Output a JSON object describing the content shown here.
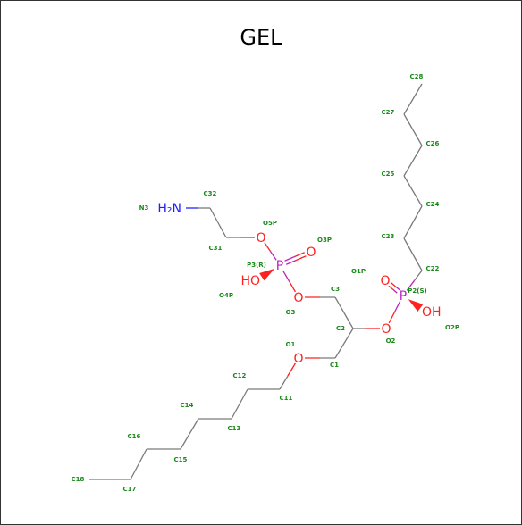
{
  "title": "GEL",
  "colors": {
    "carbon_bond": "#7a7a7a",
    "oxygen": "#ff2020",
    "phosphorus": "#c020c0",
    "nitrogen": "#2020ff",
    "atom_label": "#1a8a1a",
    "border": "#333333"
  },
  "atoms": [
    {
      "id": "N3",
      "symbol": "H₂N",
      "label": "N3",
      "el": "N"
    },
    {
      "id": "C32",
      "symbol": "",
      "label": "C32",
      "el": "C"
    },
    {
      "id": "C31",
      "symbol": "",
      "label": "C31",
      "el": "C"
    },
    {
      "id": "O5P",
      "symbol": "O",
      "label": "O5P",
      "el": "O"
    },
    {
      "id": "P3",
      "symbol": "P",
      "label": "P3(R)",
      "el": "P"
    },
    {
      "id": "O3P",
      "symbol": "O",
      "label": "O3P",
      "el": "O"
    },
    {
      "id": "O4P",
      "symbol": "HO",
      "label": "O4P",
      "el": "O"
    },
    {
      "id": "O3",
      "symbol": "O",
      "label": "O3",
      "el": "O"
    },
    {
      "id": "C3",
      "symbol": "",
      "label": "C3",
      "el": "C"
    },
    {
      "id": "C2",
      "symbol": "",
      "label": "C2",
      "el": "C"
    },
    {
      "id": "O2",
      "symbol": "O",
      "label": "O2",
      "el": "O"
    },
    {
      "id": "P2",
      "symbol": "P",
      "label": "P2(S)",
      "el": "P"
    },
    {
      "id": "O1P",
      "symbol": "O",
      "label": "O1P",
      "el": "O"
    },
    {
      "id": "O2P",
      "symbol": "OH",
      "label": "O2P",
      "el": "O"
    },
    {
      "id": "C22",
      "symbol": "",
      "label": "C22",
      "el": "C"
    },
    {
      "id": "C23",
      "symbol": "",
      "label": "C23",
      "el": "C"
    },
    {
      "id": "C24",
      "symbol": "",
      "label": "C24",
      "el": "C"
    },
    {
      "id": "C25",
      "symbol": "",
      "label": "C25",
      "el": "C"
    },
    {
      "id": "C26",
      "symbol": "",
      "label": "C26",
      "el": "C"
    },
    {
      "id": "C27",
      "symbol": "",
      "label": "C27",
      "el": "C"
    },
    {
      "id": "C28",
      "symbol": "",
      "label": "C28",
      "el": "C"
    },
    {
      "id": "C1",
      "symbol": "",
      "label": "C1",
      "el": "C"
    },
    {
      "id": "O1",
      "symbol": "O",
      "label": "O1",
      "el": "O"
    },
    {
      "id": "C11",
      "symbol": "",
      "label": "C11",
      "el": "C"
    },
    {
      "id": "C12",
      "symbol": "",
      "label": "C12",
      "el": "C"
    },
    {
      "id": "C13",
      "symbol": "",
      "label": "C13",
      "el": "C"
    },
    {
      "id": "C14",
      "symbol": "",
      "label": "C14",
      "el": "C"
    },
    {
      "id": "C15",
      "symbol": "",
      "label": "C15",
      "el": "C"
    },
    {
      "id": "C16",
      "symbol": "",
      "label": "C16",
      "el": "C"
    },
    {
      "id": "C17",
      "symbol": "",
      "label": "C17",
      "el": "C"
    },
    {
      "id": "C18",
      "symbol": "",
      "label": "C18",
      "el": "C"
    }
  ],
  "bonds": [
    {
      "a": "N3",
      "b": "C32",
      "order": 1
    },
    {
      "a": "C32",
      "b": "C31",
      "order": 1
    },
    {
      "a": "C31",
      "b": "O5P",
      "order": 1
    },
    {
      "a": "O5P",
      "b": "P3",
      "order": 1
    },
    {
      "a": "P3",
      "b": "O3P",
      "order": 2
    },
    {
      "a": "P3",
      "b": "O4P",
      "order": 1,
      "wedge": true
    },
    {
      "a": "P3",
      "b": "O3",
      "order": 1
    },
    {
      "a": "O3",
      "b": "C3",
      "order": 1
    },
    {
      "a": "C3",
      "b": "C2",
      "order": 1
    },
    {
      "a": "C2",
      "b": "O2",
      "order": 1
    },
    {
      "a": "O2",
      "b": "P2",
      "order": 1
    },
    {
      "a": "P2",
      "b": "O1P",
      "order": 2
    },
    {
      "a": "P2",
      "b": "O2P",
      "order": 1,
      "wedge": true
    },
    {
      "a": "P2",
      "b": "C22",
      "order": 1
    },
    {
      "a": "C22",
      "b": "C23",
      "order": 1
    },
    {
      "a": "C23",
      "b": "C24",
      "order": 1
    },
    {
      "a": "C24",
      "b": "C25",
      "order": 1
    },
    {
      "a": "C25",
      "b": "C26",
      "order": 1
    },
    {
      "a": "C26",
      "b": "C27",
      "order": 1
    },
    {
      "a": "C27",
      "b": "C28",
      "order": 1
    },
    {
      "a": "C2",
      "b": "C1",
      "order": 1
    },
    {
      "a": "C1",
      "b": "O1",
      "order": 1
    },
    {
      "a": "O1",
      "b": "C11",
      "order": 1
    },
    {
      "a": "C11",
      "b": "C12",
      "order": 1
    },
    {
      "a": "C12",
      "b": "C13",
      "order": 1
    },
    {
      "a": "C13",
      "b": "C14",
      "order": 1
    },
    {
      "a": "C14",
      "b": "C15",
      "order": 1
    },
    {
      "a": "C15",
      "b": "C16",
      "order": 1
    },
    {
      "a": "C16",
      "b": "C17",
      "order": 1
    },
    {
      "a": "C17",
      "b": "C18",
      "order": 1
    }
  ]
}
